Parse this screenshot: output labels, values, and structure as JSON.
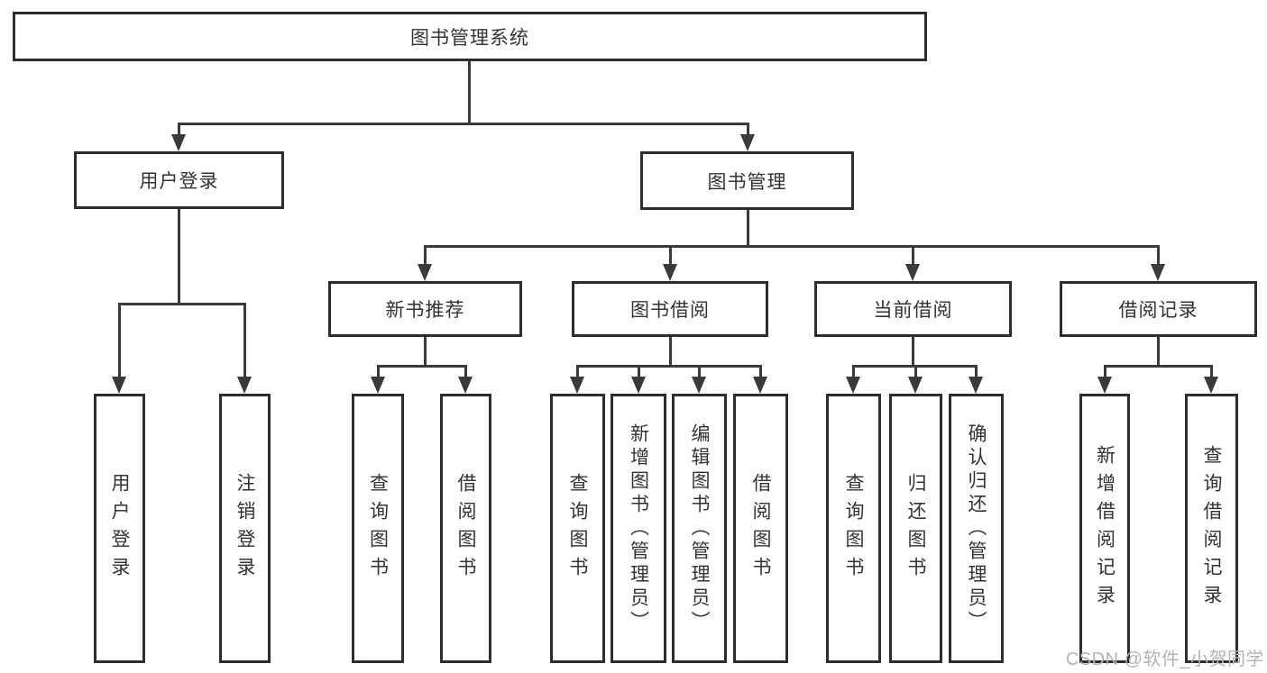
{
  "diagram_title": "图书管理系统",
  "watermark": {
    "text": "CSDN @软件_小贺同学"
  },
  "colors": {
    "line": "#3a3a3a",
    "box_border": "#2d2d2d",
    "text": "#333333",
    "watermark": "#b3b3b3",
    "background": "#ffffff"
  },
  "nodes": {
    "root": {
      "label": "图书管理系统"
    },
    "user_login": {
      "label": "用户登录",
      "children": [
        {
          "label": "用户登录"
        },
        {
          "label": "注销登录"
        }
      ]
    },
    "book_mgmt": {
      "label": "图书管理",
      "children": [
        {
          "label": "新书推荐",
          "children": [
            {
              "label": "查询图书"
            },
            {
              "label": "借阅图书"
            }
          ]
        },
        {
          "label": "图书借阅",
          "children": [
            {
              "label": "查询图书"
            },
            {
              "label": "新增图书（管理员）"
            },
            {
              "label": "编辑图书（管理员）"
            },
            {
              "label": "借阅图书"
            }
          ]
        },
        {
          "label": "当前借阅",
          "children": [
            {
              "label": "查询图书"
            },
            {
              "label": "归还图书"
            },
            {
              "label": "确认归还（管理员）"
            }
          ]
        },
        {
          "label": "借阅记录",
          "children": [
            {
              "label": "新增借阅记录"
            },
            {
              "label": "查询借阅记录"
            }
          ]
        }
      ]
    }
  }
}
